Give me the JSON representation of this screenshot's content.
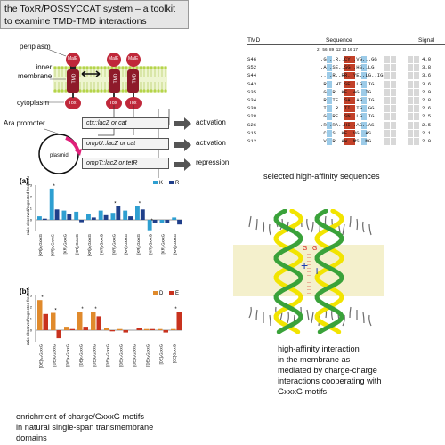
{
  "title": "the ToxR/POSSYCCAT system – a toolkit to examine TMD-TMD interactions",
  "diagram": {
    "labels": {
      "periplasm": "periplasm",
      "inner_membrane": "inner\nmembrane",
      "cytoplasm": "cytoplasm",
      "ara_promoter": "Ara promoter",
      "plasmid": "plasmid"
    },
    "protein_labels": {
      "male": "MalE",
      "tmd": "TMD",
      "tox": "Tox"
    },
    "reporters": [
      {
        "label": "ctx::lacZ or cat",
        "outcome": "activation"
      },
      {
        "label": "ompU::lacZ or cat",
        "outcome": "activation"
      },
      {
        "label": "ompT::lacZ or tetR",
        "outcome": "repression"
      }
    ]
  },
  "sequences": {
    "headers": {
      "tmd": "TMD",
      "sequence": "Sequence",
      "signal": "Signal"
    },
    "positions": "2   56  89  12 13 16 17",
    "rows": [
      {
        "id": "S46",
        "seq": ".G...R..CY..VG...GG",
        "signal": "4.0"
      },
      {
        "id": "S52",
        "seq": ".A..SE..SG..HS..LG",
        "signal": "3.8"
      },
      {
        "id": "S44",
        "seq": "....R..RR..YE..LG..IG",
        "signal": "3.6"
      },
      {
        "id": "S43",
        "seq": ".R...HT.SE..LG..IG",
        "signal": "3.6"
      },
      {
        "id": "S35",
        "seq": ".G..R..KE..AG..IG",
        "signal": "2.9"
      },
      {
        "id": "S34",
        "seq": ".R..TE..SA..AG..IG",
        "signal": "2.8"
      },
      {
        "id": "S30",
        "seq": ".T...R..TI..TG..GG",
        "signal": "2.6"
      },
      {
        "id": "S28",
        "seq": ".G..RE..SN..LG..IG",
        "signal": "2.5"
      },
      {
        "id": "S26",
        "seq": ".R..RA..HI..AG..AS",
        "signal": "2.5"
      },
      {
        "id": "S15",
        "seq": ".C..S..KE..VG..AS",
        "signal": "2.1"
      },
      {
        "id": "S12",
        "seq": ".V..R..AW..MS..MG",
        "signal": "2.0"
      }
    ],
    "caption": "selected high-affinity sequences"
  },
  "chart_data": [
    {
      "type": "bar",
      "panel": "(a)",
      "ylabel": "ratio observed/expected frequency of occurrence",
      "ylim": [
        -1,
        3
      ],
      "categories": [
        "[KR]x₃GxxxG",
        "[KR]x₂GxxxG",
        "[KR]₁GxxxG",
        "[KR]₀GxxxG",
        "[KR]x₃GxxxG",
        "[KR]₂GxxxG",
        "[KR]₃GxxxG",
        "[KR]₄GxxxG",
        "[KR]₅GxxxG",
        "[KR]₆GxxxG",
        "[KR]₇GxxxG",
        "[KR]₈GxxxG"
      ],
      "series": [
        {
          "name": "K",
          "color": "#2e9fd1",
          "values": [
            0.3,
            2.7,
            0.8,
            0.7,
            0.5,
            0.8,
            0.6,
            0.8,
            1.2,
            -0.9,
            -0.3,
            0.2
          ]
        },
        {
          "name": "R",
          "color": "#1f3f8a",
          "values": [
            0.1,
            0.9,
            0.5,
            -0.2,
            0.2,
            0.4,
            1.2,
            0.3,
            0.9,
            -0.3,
            -0.3,
            -0.4
          ]
        }
      ],
      "significance": [
        "",
        "*",
        "",
        "",
        "",
        "",
        "*",
        "",
        "*",
        "*",
        "",
        ""
      ]
    },
    {
      "type": "bar",
      "panel": "(b)",
      "ylabel": "ratio observed/expected frequency of occurrence",
      "ylim": [
        -1,
        3
      ],
      "categories": [
        "[DE]x₁₀GxxxG",
        "[DE]x₉GxxxG",
        "[DE]x₈GxxxG",
        "[DE]x₇GxxxG",
        "[DE]x₆GxxxG",
        "[DE]x₅GxxxG",
        "[DE]x₄GxxxG",
        "[DE]x₃GxxxG",
        "[DE]x₂GxxxG",
        "[DE]₁GxxxG",
        "[DE]GxxxG"
      ],
      "series": [
        {
          "name": "D",
          "color": "#e08a2c",
          "values": [
            2.6,
            1.5,
            0.3,
            1.6,
            1.6,
            0.2,
            0.1,
            0.0,
            0.1,
            0.1,
            0.1,
            1.1
          ]
        },
        {
          "name": "E",
          "color": "#c8321e",
          "values": [
            1.4,
            -0.7,
            0.1,
            0.3,
            1.2,
            -0.1,
            -0.2,
            0.2,
            0.1,
            -0.2,
            1.6,
            0.2
          ]
        }
      ],
      "significance": [
        "*",
        "*",
        "",
        "*",
        "*",
        "",
        "",
        "",
        "",
        "",
        "*",
        ""
      ]
    }
  ],
  "captions": {
    "bottom_left": "enrichment of charge/GxxxG motifs\nin natural single-span transmembrane\ndomains",
    "bottom_right": "high-affinity interaction\nin the membrane as\nmediated by charge-charge\ninteractions cooperating with\nGxxxG motifs"
  },
  "colors": {
    "membrane": "#b5d44a",
    "male": "#c0283a",
    "tmd": "#8e1a2a",
    "helix_yellow": "#f2e400",
    "helix_green": "#3aa23a",
    "charge_plus": "#1d3bb0",
    "charge_minus": "#d42020"
  }
}
